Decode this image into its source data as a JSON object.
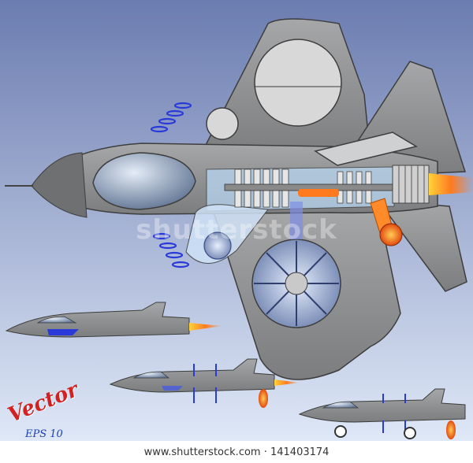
{
  "labels": {
    "vector": "Vector",
    "eps": "EPS 10",
    "watermark": "shutterstock",
    "footer": "www.shutterstock.com · 141403174"
  },
  "colors": {
    "sky_top": "#6e7fb0",
    "sky_bottom": "#dde7f6",
    "fuselage": "#8f9091",
    "canopy": "#b9c7dc",
    "afterburner": "#ff9a2a",
    "lift_thrust": "#2a3ad8",
    "vector_text": "#d42020",
    "eps_text": "#1a3fb0"
  }
}
